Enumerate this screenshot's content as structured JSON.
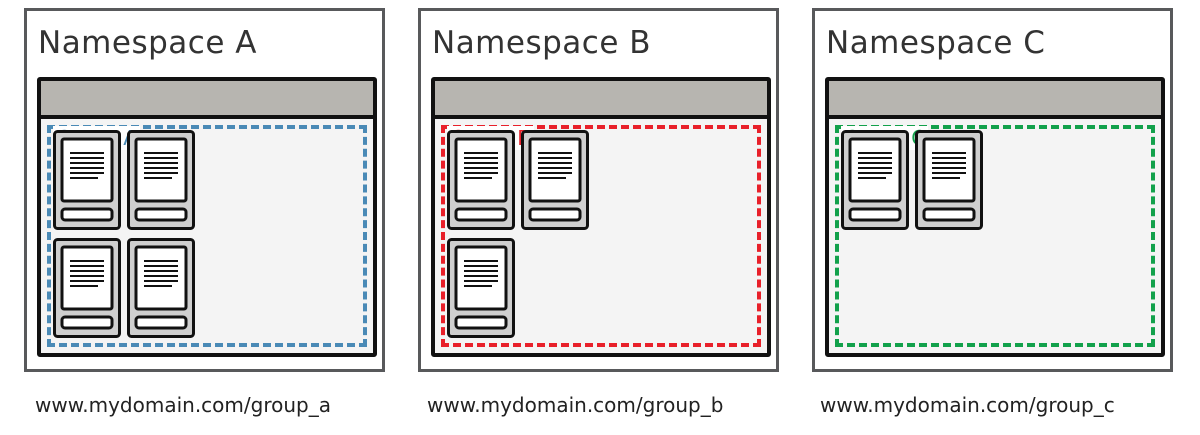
{
  "namespaces": [
    {
      "title": "Namespace A",
      "group_label": "Group A",
      "group_color": "#4a8ab6",
      "url": "www.mydomain.com/group_a",
      "document_count": 4,
      "document_icon": "document-icon"
    },
    {
      "title": "Namespace B",
      "group_label": "Group B",
      "group_color": "#e8202a",
      "url": "www.mydomain.com/group_b",
      "document_count": 3,
      "document_icon": "document-icon"
    },
    {
      "title": "Namespace C",
      "group_label": "Group C",
      "group_color": "#12a14b",
      "url": "www.mydomain.com/group_c",
      "document_count": 2,
      "document_icon": "document-icon"
    }
  ]
}
